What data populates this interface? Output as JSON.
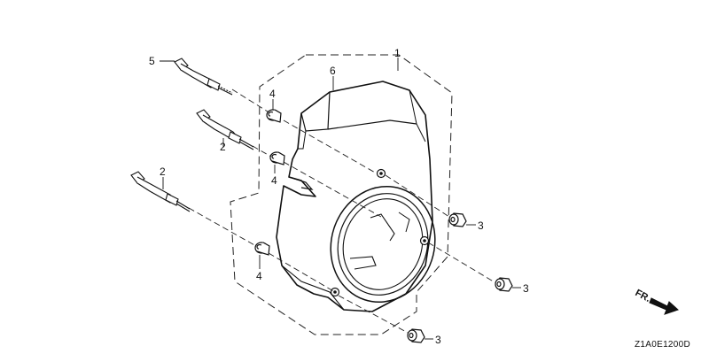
{
  "diagram": {
    "part_code": "Z1A0E1200D",
    "direction_label": "FR.",
    "callouts": [
      "1",
      "2",
      "2",
      "3",
      "3",
      "3",
      "4",
      "4",
      "4",
      "5",
      "6"
    ]
  }
}
